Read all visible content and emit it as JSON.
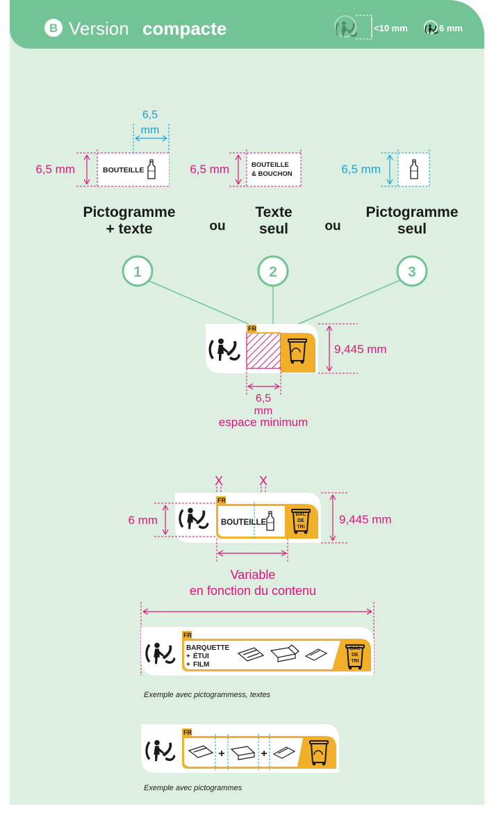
{
  "header": {
    "badge": "B",
    "title_prefix": "Version",
    "title_bold": "compacte",
    "size_large": "<10 mm",
    "size_small": "6 mm"
  },
  "colors": {
    "background": "#dcefe0",
    "header": "#72c496",
    "accent": "#e0147c",
    "dimension_cyan": "#17a2d9",
    "bin_yellow": "#f2b02a"
  },
  "options": {
    "opt1": {
      "height": "6,5 mm",
      "width": [
        "6,5",
        "mm"
      ],
      "label": "BOUTEILLE",
      "caption": [
        "Pictogramme",
        "+ texte"
      ],
      "number": "1"
    },
    "opt2": {
      "height": "6,5 mm",
      "label": [
        "BOUTEILLE",
        "& BOUCHON"
      ],
      "caption": [
        "Texte",
        "seul"
      ],
      "number": "2"
    },
    "opt3": {
      "height": "6,5 mm",
      "caption": [
        "Pictogramme",
        "seul"
      ],
      "number": "3"
    },
    "separator": "ou"
  },
  "logo_example": {
    "country": "FR",
    "height": "9,445 mm",
    "width": [
      "6,5",
      "mm"
    ],
    "note": "espace minimum"
  },
  "variable_example": {
    "markers": [
      "X",
      "X"
    ],
    "left_height": "6 mm",
    "right_height": "9,445 mm",
    "country": "FR",
    "label": "BOUTEILLE",
    "bin_text": [
      "BAC",
      "DE",
      "TRI"
    ],
    "note": [
      "Variable",
      "en fonction du contenu"
    ]
  },
  "example_texts": {
    "country": "FR",
    "lines": [
      "BARQUETTE",
      "ÉTUI",
      "FILM"
    ],
    "bin_text": [
      "BAC",
      "DE",
      "TRI"
    ],
    "caption": "Exemple avec pictogrammess, textes"
  },
  "example_pictos": {
    "country": "FR",
    "caption": "Exemple avec pictogrammes"
  }
}
